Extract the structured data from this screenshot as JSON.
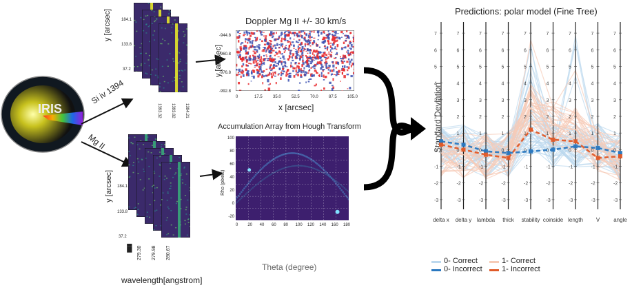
{
  "iris_logo": {
    "text": "IRIS"
  },
  "branches": {
    "top": "Si iv 1394",
    "bottom": "Mg II"
  },
  "stack_top": {
    "ylabel": "y [arcsec]",
    "yticks": [
      "184.1",
      "133.8",
      "37.2"
    ],
    "xticks": [
      "1393.32",
      "1393.82",
      "1394.21"
    ]
  },
  "stack_bottom": {
    "ylabel": "y [arcsec]",
    "yticks": [
      "184.1",
      "133.8",
      "37.2"
    ],
    "xticks": [
      "279.30",
      "279.98",
      "280.67"
    ],
    "xlabel": "wavelength[angstrom]"
  },
  "doppler": {
    "title": "Doppler Mg II +/- 30 km/s",
    "ylabel": "y [arcsec]",
    "xlabel": "x [arcsec]",
    "yticks": [
      "-944.8",
      "-960.8",
      "-976.8",
      "-992.8"
    ],
    "xticks": [
      "0",
      "17.5",
      "35.0",
      "52.5",
      "70.0",
      "87.5",
      "105.0"
    ],
    "colors": {
      "red": "#e8282b",
      "blue": "#3a4fb0"
    }
  },
  "hough": {
    "title": "Accumulation Array from Hough Transform",
    "ylabel": "Rho (pixels)",
    "xlabel": "Theta (degree)",
    "yticks": [
      "100",
      "80",
      "60",
      "40",
      "20",
      "0",
      "-20"
    ],
    "xticks": [
      "0",
      "20",
      "40",
      "60",
      "80",
      "100",
      "120",
      "140",
      "160",
      "180"
    ]
  },
  "chart_data": {
    "type": "line",
    "title": "Predictions: polar model (Fine Tree)",
    "ylabel": "Standard Deviation",
    "xlabel": "",
    "categories": [
      "delta x",
      "delta y",
      "lambda",
      "thick",
      "stability",
      "coinside",
      "length",
      "V",
      "angle"
    ],
    "ylim": [
      -3.5,
      7.5
    ],
    "axis_ticks": [
      "7",
      "6",
      "5",
      "4",
      "3",
      "2",
      "1",
      "0",
      "-1",
      "-2",
      "-3"
    ],
    "grid": false,
    "legend_position": "bottom",
    "series": [
      {
        "name": "0- Correct",
        "color": "#bcd8ee",
        "values": [
          0.2,
          0.1,
          -0.3,
          -0.3,
          1.0,
          0.2,
          0.3,
          0.2,
          -0.4
        ]
      },
      {
        "name": "1- Correct",
        "color": "#f6cbb6",
        "values": [
          -0.2,
          -0.3,
          -0.4,
          -0.4,
          2.5,
          1.5,
          1.2,
          0.0,
          -0.6
        ]
      },
      {
        "name": "0- Incorrect",
        "color": "#2a78c0",
        "values": [
          0.5,
          0.3,
          -0.1,
          -0.2,
          -0.1,
          0.0,
          0.2,
          0.1,
          -0.2
        ]
      },
      {
        "name": "1- Incorrect",
        "color": "#e05a28",
        "values": [
          0.3,
          0.0,
          -0.3,
          -0.5,
          1.2,
          0.6,
          0.5,
          -0.5,
          -0.4
        ]
      }
    ]
  }
}
